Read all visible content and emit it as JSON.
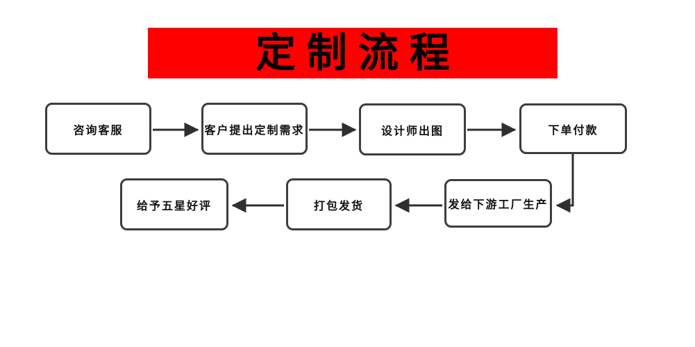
{
  "title": {
    "text": "定制流程",
    "background_color": "#fe0000",
    "text_color": "#000000"
  },
  "flow": {
    "nodes": [
      {
        "id": "consult",
        "label": "咨询客服"
      },
      {
        "id": "requirements",
        "label": "客户提出定制需求"
      },
      {
        "id": "design",
        "label": "设计师出图"
      },
      {
        "id": "order",
        "label": "下单付款"
      },
      {
        "id": "factory",
        "label": "发给下游工厂生产"
      },
      {
        "id": "ship",
        "label": "打包发货"
      },
      {
        "id": "review",
        "label": "给予五星好评"
      }
    ],
    "edges": [
      {
        "from": "咨询客服",
        "to": "客户提出定制需求"
      },
      {
        "from": "客户提出定制需求",
        "to": "设计师出图"
      },
      {
        "from": "设计师出图",
        "to": "下单付款"
      },
      {
        "from": "下单付款",
        "to": "发给下游工厂生产"
      },
      {
        "from": "发给下游工厂生产",
        "to": "打包发货"
      },
      {
        "from": "打包发货",
        "to": "给予五星好评"
      }
    ],
    "line_color": "#2f2f2f",
    "box_border_color": "#3d3d3d"
  }
}
